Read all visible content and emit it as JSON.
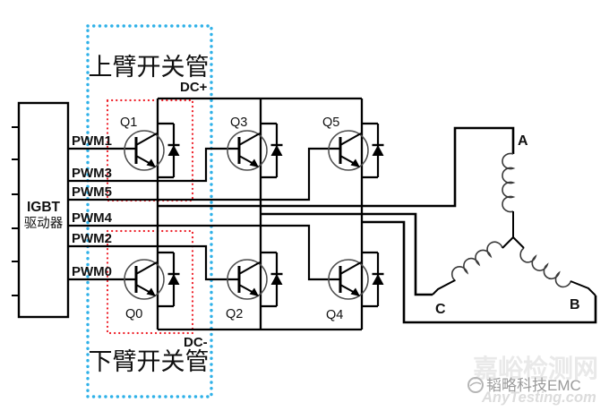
{
  "diagram": {
    "arm_labels": {
      "upper": "上臂开关管",
      "lower": "下臂开关管"
    },
    "rails": {
      "positive": "DC+",
      "negative": "DC-"
    },
    "driver": {
      "title": "IGBT",
      "subtitle": "驱动器"
    },
    "pwm": {
      "labels": [
        "PWM1",
        "PWM3",
        "PWM5",
        "PWM4",
        "PWM2",
        "PWM0"
      ]
    },
    "transistors": {
      "upper": [
        "Q1",
        "Q3",
        "Q5"
      ],
      "lower": [
        "Q0",
        "Q2",
        "Q4"
      ]
    },
    "phases": {
      "a": "A",
      "b": "B",
      "c": "C"
    },
    "colors": {
      "arm_box": "#2fb1e8",
      "switch_box": "#ee1c25",
      "wire": "#000000"
    }
  },
  "watermark": {
    "site_name": "嘉峪检测网",
    "brand": "韬略科技EMC",
    "site_url": "AnyTesting.com"
  }
}
